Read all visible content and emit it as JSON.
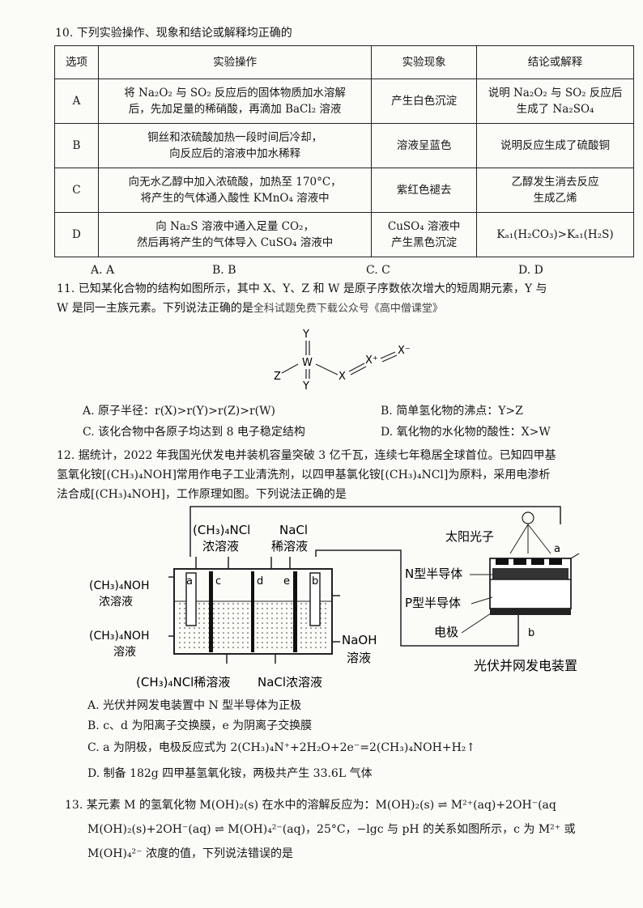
{
  "q10": {
    "stem": "10. 下列实验操作、现象和结论或解释均正确的",
    "headers": [
      "选项",
      "实验操作",
      "实验现象",
      "结论或解释"
    ],
    "rows": [
      {
        "opt": "A",
        "op1": "将 Na₂O₂ 与 SO₂ 反应后的固体物质加水溶解",
        "op2": "后，先加足量的稀硝酸，再滴加 BaCl₂ 溶液",
        "ph1": "产生白色沉淀",
        "ph2": "",
        "c1": "说明 Na₂O₂ 与 SO₂ 反应后",
        "c2": "生成了 Na₂SO₄"
      },
      {
        "opt": "B",
        "op1": "铜丝和浓硫酸加热一段时间后冷却，",
        "op2": "向反应后的溶液中加水稀释",
        "ph1": "溶液呈蓝色",
        "ph2": "",
        "c1": "说明反应生成了硫酸铜",
        "c2": ""
      },
      {
        "opt": "C",
        "op1": "向无水乙醇中加入浓硫酸，加热至 170°C，",
        "op2": "将产生的气体通入酸性 KMnO₄ 溶液中",
        "ph1": "紫红色褪去",
        "ph2": "",
        "c1": "乙醇发生消去反应",
        "c2": "生成乙烯"
      },
      {
        "opt": "D",
        "op1": "向 Na₂S 溶液中通入足量 CO₂，",
        "op2": "然后再将产生的气体导入 CuSO₄ 溶液中",
        "ph1": "CuSO₄ 溶液中",
        "ph2": "产生黑色沉淀",
        "c1": "Kₐ₁(H₂CO₃)>Kₐ₁(H₂S)",
        "c2": ""
      }
    ],
    "choices": [
      "A. A",
      "B. B",
      "C. C",
      "D. D"
    ]
  },
  "q11": {
    "stem1": "11. 已知某化合物的结构如图所示，其中 X、Y、Z 和 W 是原子序数依次增大的短周期元素，Y 与",
    "stem2": "W 是同一主族元素。下列说法正确的是",
    "watermark": "全科试题免费下载公众号《高中僧课堂》",
    "struct": {
      "y_top": "Y",
      "y_bottom": "Y",
      "w": "W",
      "z": "Z",
      "x1": "X",
      "x2": "X⁺",
      "x3": "X⁻"
    },
    "optA": "A. 原子半径：r(X)>r(Y)>r(Z)>r(W)",
    "optB": "B. 简单氢化物的沸点：Y>Z",
    "optC": "C. 该化合物中各原子均达到 8 电子稳定结构",
    "optD": "D. 氧化物的水化物的酸性：X>W"
  },
  "q12": {
    "stem1": "12. 据统计，2022 年我国光伏发电并装机容量突破 3 亿千瓦，连续七年稳居全球首位。已知四甲基",
    "stem2": "氢氧化铵[(CH₃)₄NOH]常用作电子工业清洗剂，以四甲基氯化铵[(CH₃)₄NCl]为原料，采用电渗析",
    "stem3": "法合成[(CH₃)₄NOH]，工作原理如图。下列说法正确的是",
    "fig": {
      "top_left1": "(CH₃)₄NCl",
      "top_left2": "浓溶液",
      "top_right1": "NaCl",
      "top_right2": "稀溶液",
      "left1a": "(CH₃)₄NOH",
      "left1b": "浓溶液",
      "left2a": "(CH₃)₄NOH",
      "left2b": "溶液",
      "right_a": "NaOH",
      "right_b": "溶液",
      "bottom_left": "(CH₃)₄NCl稀溶液",
      "bottom_right": "NaCl浓溶液",
      "labels": [
        "a",
        "c",
        "d",
        "e",
        "b"
      ],
      "sun": "太阳光子",
      "n_type": "N型半导体",
      "p_type": "P型半导体",
      "electrode": "电极",
      "pv_a": "a",
      "pv_b": "b",
      "pv_title": "光伏并网发电装置"
    },
    "optA": "A. 光伏并网发电装置中 N 型半导体为正极",
    "optB": "B. c、d 为阳离子交换膜，e 为阴离子交换膜",
    "optC": "C. a 为阴极，电极反应式为 2(CH₃)₄N⁺+2H₂O+2e⁻=2(CH₃)₄NOH+H₂↑",
    "optD": "D. 制备 182g 四甲基氢氧化铵，两极共产生 33.6L 气体"
  },
  "q13": {
    "line1": "13. 某元素 M 的氢氧化物 M(OH)₂(s) 在水中的溶解反应为：M(OH)₂(s) ⇌ M²⁺(aq)+2OH⁻(aq",
    "line2": "M(OH)₂(s)+2OH⁻(aq) ⇌ M(OH)₄²⁻(aq)，25°C，−lgc 与 pH 的关系如图所示，c 为 M²⁺ 或",
    "line3": "M(OH)₄²⁻ 浓度的值，下列说法错误的是"
  }
}
